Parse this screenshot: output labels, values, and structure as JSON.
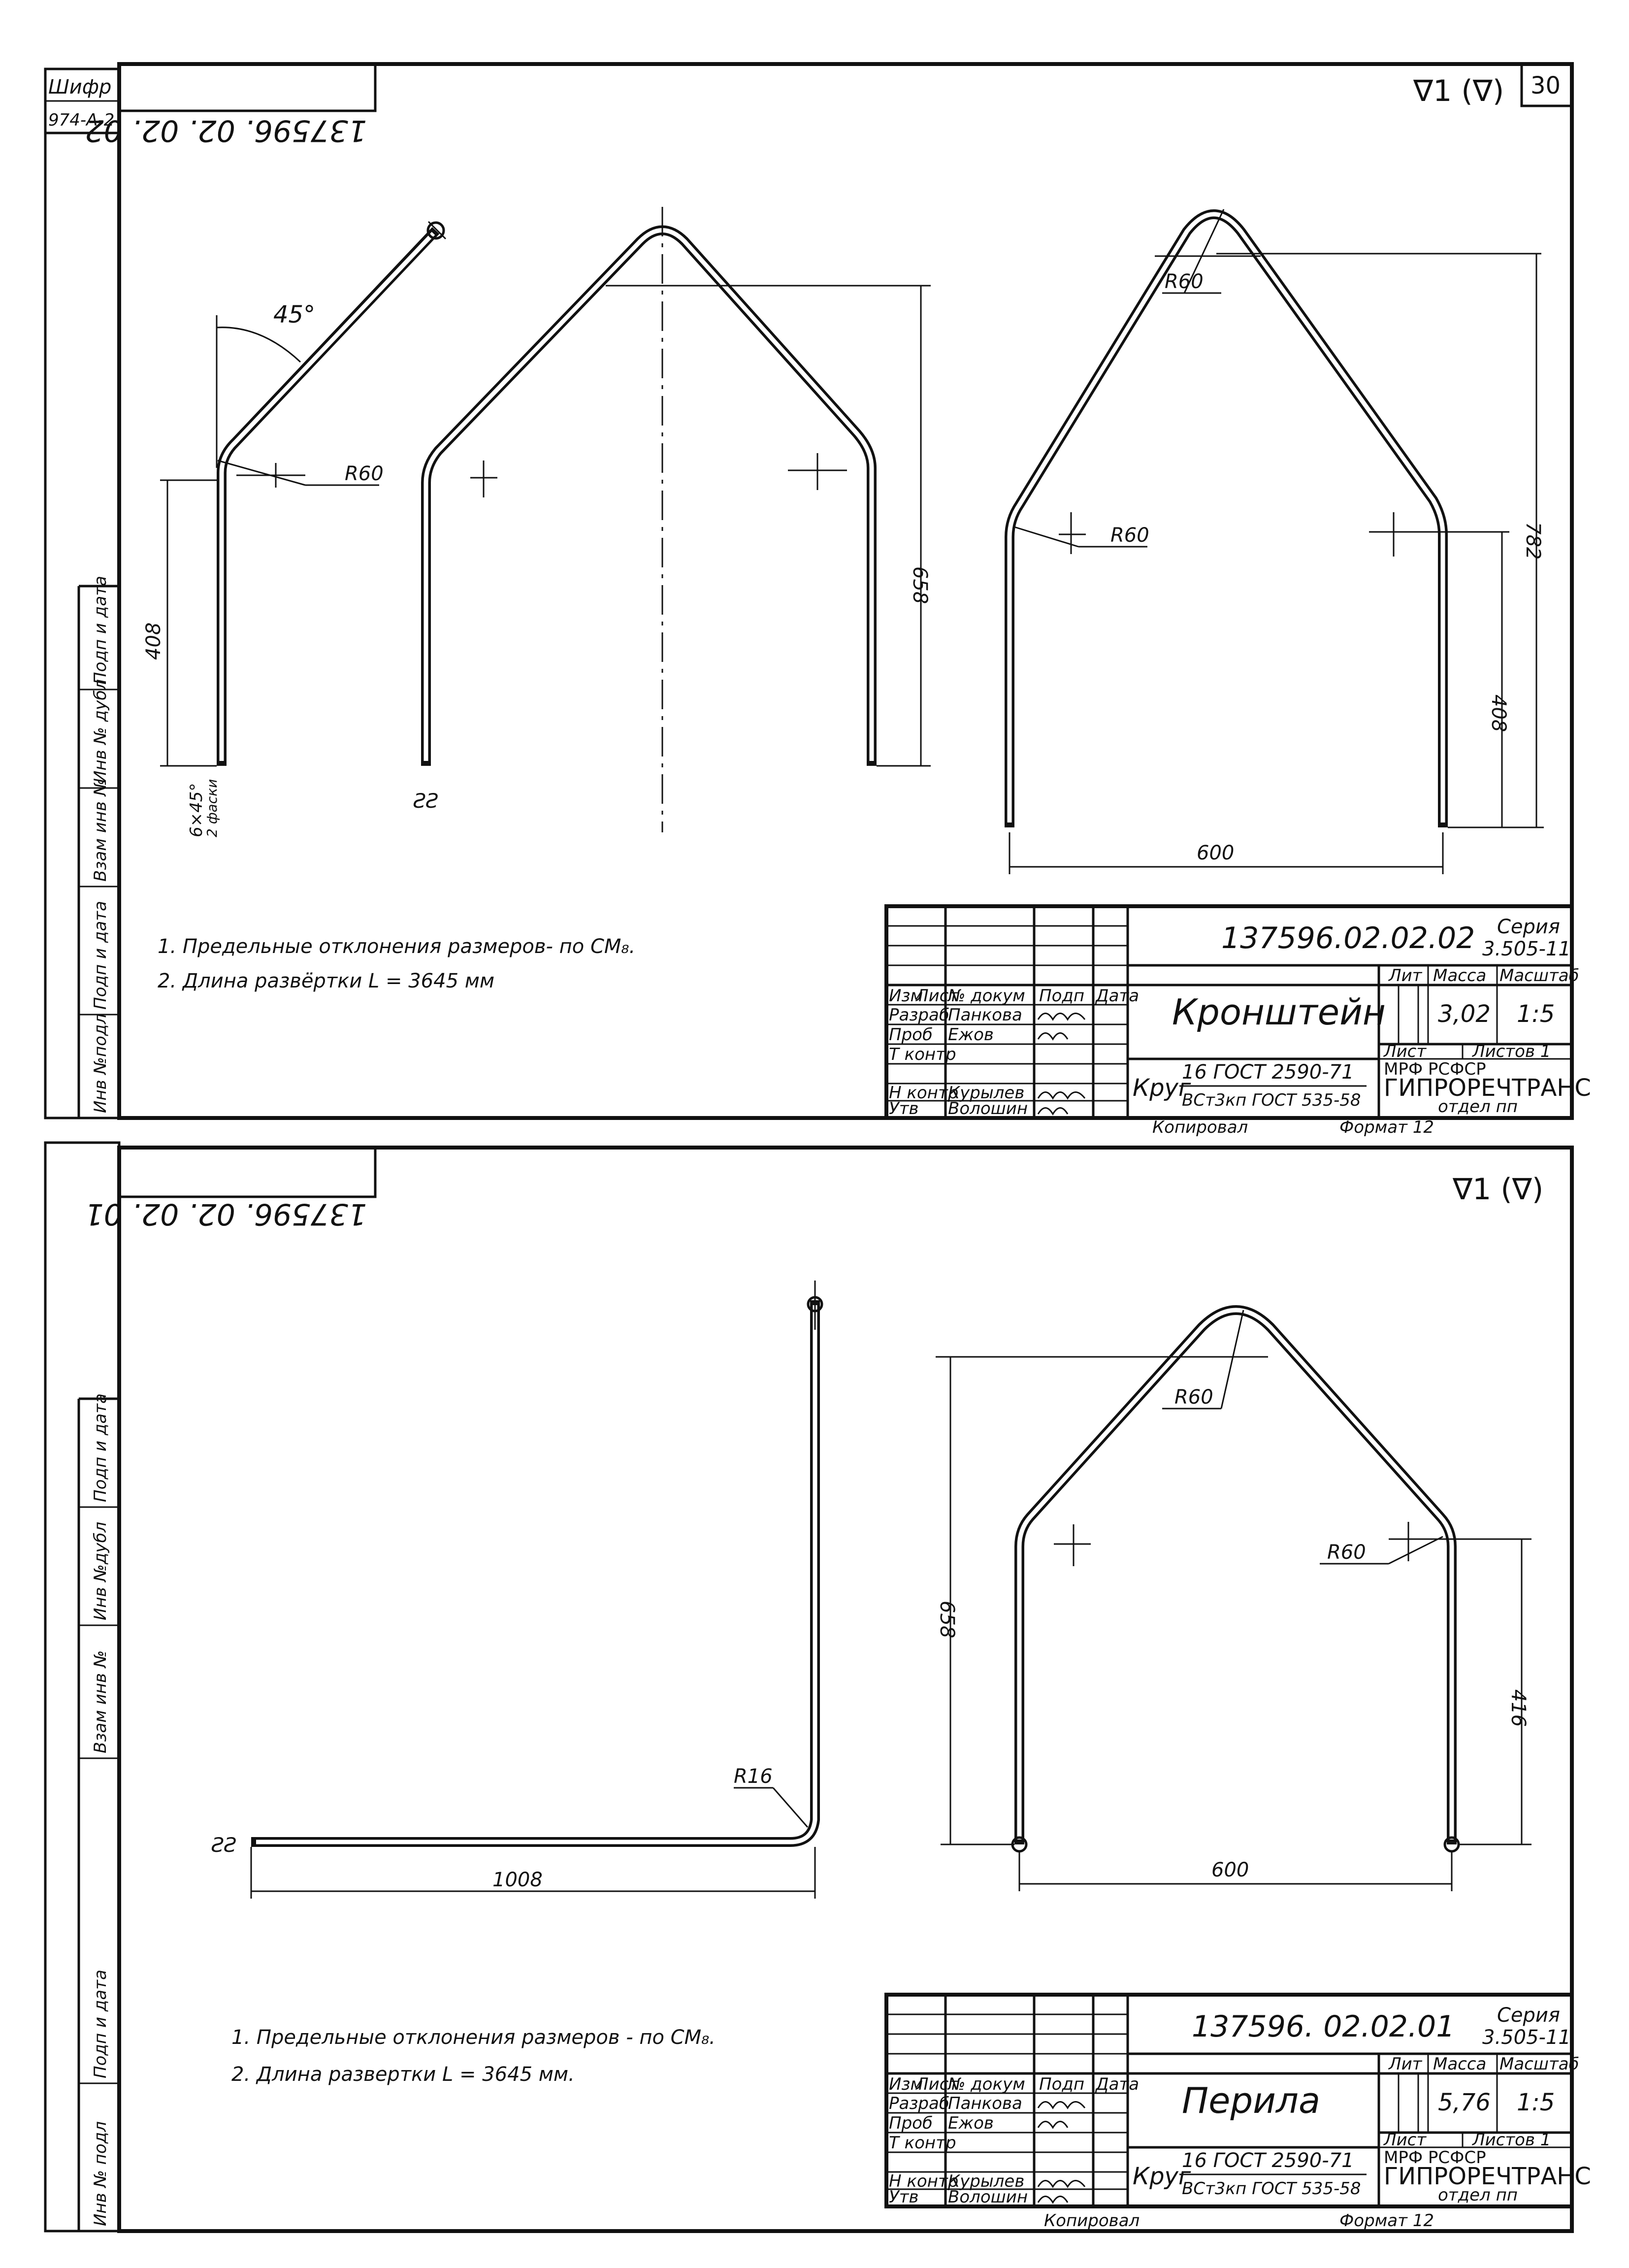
{
  "sheet": {
    "cipher_label": "Шифр",
    "cipher_value": "974-А-2",
    "page_number": "30",
    "side_labels_top": [
      "Инв №подл",
      "Подп и дата",
      "Взам инв №",
      "Инв № дубл",
      "Подп и дата"
    ],
    "side_labels_bottom": [
      "Инв № подл",
      "Подп и дата",
      "Взам инв №",
      "Инв №дубл",
      "Подп и дата"
    ]
  },
  "drawing_top": {
    "doc_code_mirrored": "137596. 02. 02. 02",
    "roughness": "∇1 (∇)",
    "angle": "45°",
    "radius_label_1": "R60",
    "radius_label_2": "R60",
    "radius_label_3": "R60",
    "chamfer": "6×45°",
    "chamfer_note": "2 фаски",
    "dim_408_left": "408",
    "dim_658": "658",
    "dim_782": "782",
    "dim_408_right": "408",
    "dim_600": "600",
    "notes": [
      "1. Предельные отклонения размеров- по СМ₈.",
      "2. Длина развёртки   L = 3645 мм"
    ],
    "title_block": {
      "designation": "137596.02.02.02",
      "series_label": "Серия",
      "series_value": "3.505-11",
      "name": "Кронштейн",
      "lit_label": "Лит",
      "mass_label": "Масса",
      "scale_label": "Масштаб",
      "mass_value": "3,02",
      "scale_value": "1:5",
      "sheet_label": "Лист",
      "sheets_label": "Листов 1",
      "org_1": "МРФ      РСФСР",
      "org_2": "ГИПРОРЕЧТРАНС",
      "org_3": "отдел пп",
      "material_prefix": "Круг",
      "material_top": "16  ГОСТ 2590-71",
      "material_bottom": "ВСт3кп ГОСТ 535-58",
      "hdr_izm": "Изм",
      "hdr_list": "Лист",
      "hdr_doc": "№ докум",
      "hdr_sign": "Подп",
      "hdr_date": "Дата",
      "role_razrab": "Разраб",
      "role_prob": "Проб",
      "role_tkontr": "Т контр",
      "role_nkontr": "Н контр",
      "role_utv": "Утв",
      "name_razrab": "Панкова",
      "name_prob": "Ежов",
      "name_nkontr": "Курылев",
      "name_utv": "Волошин",
      "copied": "Копировал",
      "format": "Формат 12"
    }
  },
  "drawing_bottom": {
    "doc_code_mirrored": "137596. 02. 02. 01",
    "roughness": "∇1 (∇)",
    "radius_r16": "R16",
    "radius_label_1": "R60",
    "radius_label_2": "R60",
    "dim_1008": "1008",
    "dim_658": "658",
    "dim_416": "416",
    "dim_600": "600",
    "notes": [
      "1. Предельные отклонения  размеров - по СМ₈.",
      "2. Длина развертки    L = 3645 мм."
    ],
    "title_block": {
      "designation": "137596. 02.02.01",
      "series_label": "Серия",
      "series_value": "3.505-11",
      "name": "Перила",
      "lit_label": "Лит",
      "mass_label": "Масса",
      "scale_label": "Масштаб",
      "mass_value": "5,76",
      "scale_value": "1:5",
      "sheet_label": "Лист",
      "sheets_label": "Листов 1",
      "org_1": "МРФ      РСФСР",
      "org_2": "ГИПРОРЕЧТРАНС",
      "org_3": "отдел пп",
      "material_prefix": "Круг",
      "material_top": "16  ГОСТ 2590-71",
      "material_bottom": "ВСт3кп ГОСТ 535-58",
      "hdr_izm": "Изм",
      "hdr_list": "Лист",
      "hdr_doc": "№ докум",
      "hdr_sign": "Подп",
      "hdr_date": "Дата",
      "role_razrab": "Разраб",
      "role_prob": "Проб",
      "role_tkontr": "Т контр",
      "role_nkontr": "Н контр",
      "role_utv": "Утв",
      "name_razrab": "Панкова",
      "name_prob": "Ежов",
      "name_nkontr": "Курылев",
      "name_utv": "Волошин",
      "copied": "Копировал",
      "format": "Формат 12"
    }
  }
}
